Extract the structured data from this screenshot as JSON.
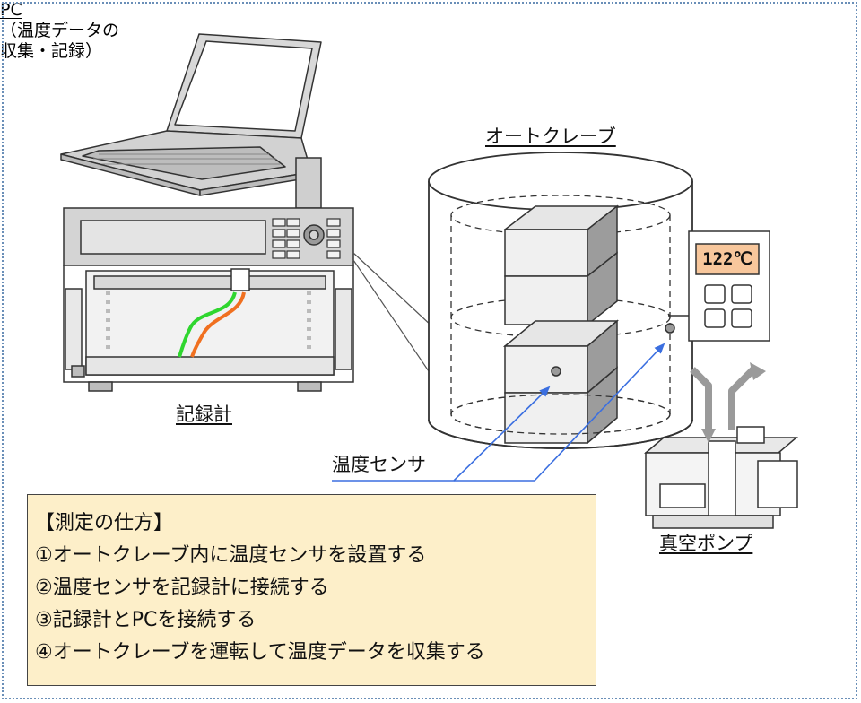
{
  "labels": {
    "pc": "PC",
    "pc_note_line1": "（温度データの",
    "pc_note_line2": "収集・記録）",
    "autoclave": "オートクレーブ",
    "recorder": "記録計",
    "temperature_sensor": "温度センサ",
    "vacuum_pump": "真空ポンプ"
  },
  "controller": {
    "temperature_display": "122℃"
  },
  "procedure": {
    "heading": "【測定の仕方】",
    "steps": [
      "①オートクレーブ内に温度センサを設置する",
      "②温度センサを記録計に接続する",
      "③記録計とPCを接続する",
      "④オートクレーブを運転して温度データを収集する"
    ]
  },
  "colors": {
    "frame_border": "#6a8fb8",
    "box_background": "#fdefc9",
    "controller_display": "#f8c79c",
    "sensor_arrow": "#3b6fe0",
    "green_wire": "#2fd62f",
    "orange_wire": "#f07020"
  }
}
